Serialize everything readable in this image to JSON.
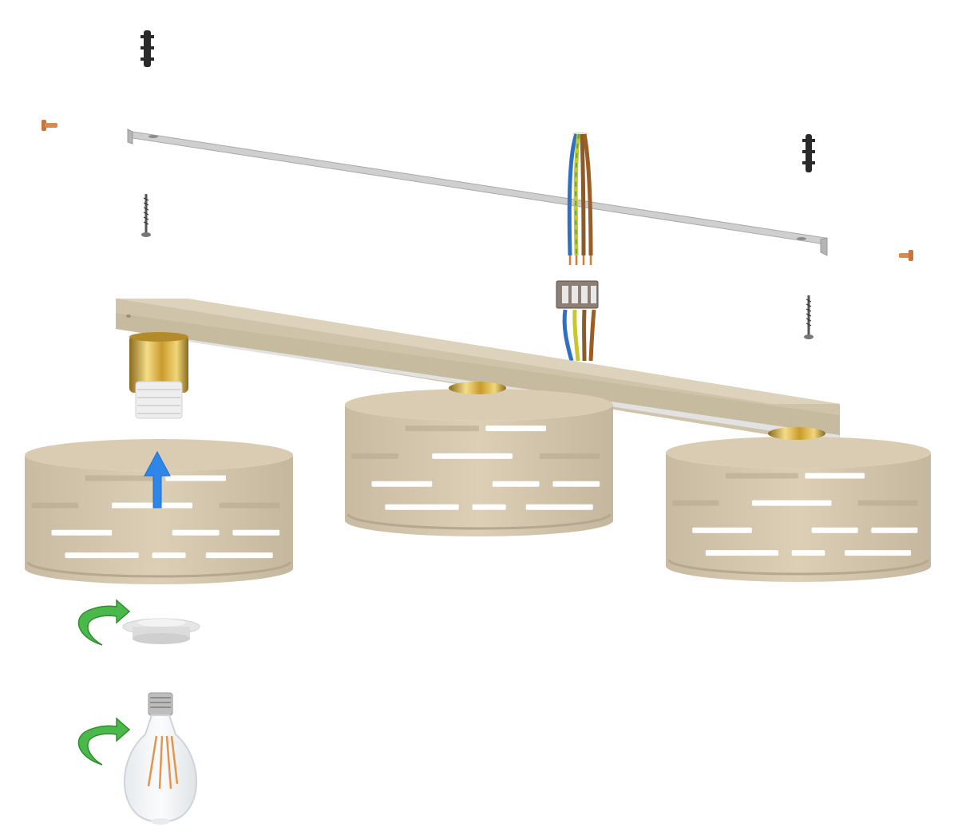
{
  "diagram": {
    "kind": "exploded-assembly",
    "text_labels": [],
    "parts": [
      {
        "name": "wall-plug",
        "count": 2
      },
      {
        "name": "brass-screw",
        "count": 2
      },
      {
        "name": "mounting-bracket",
        "count": 1
      },
      {
        "name": "wood-screw",
        "count": 2
      },
      {
        "name": "supply-wires",
        "count": 4
      },
      {
        "name": "terminal-block",
        "count": 1
      },
      {
        "name": "lamp-body-bar",
        "count": 1
      },
      {
        "name": "lamp-socket",
        "count": 3
      },
      {
        "name": "lamp-shade",
        "count": 3
      },
      {
        "name": "shade-ring",
        "count": 1
      },
      {
        "name": "light-bulb",
        "count": 1
      }
    ],
    "wire_colors": [
      "#2f6fc4",
      "#c8c82a",
      "#8a5a2b",
      "#9a5d24"
    ],
    "arrows": [
      {
        "name": "insert-arrow",
        "color": "#2e86e8"
      },
      {
        "name": "rotate-ring-arrow",
        "color": "#4bb84b"
      },
      {
        "name": "rotate-bulb-arrow",
        "color": "#4bb84b"
      }
    ],
    "colors": {
      "shade": "#d4c7ae",
      "shade_shadow": "#b6a88f",
      "bar": "#cfc3aa",
      "bracket": "#c9c9c9",
      "brass": "#d8b24a"
    }
  }
}
